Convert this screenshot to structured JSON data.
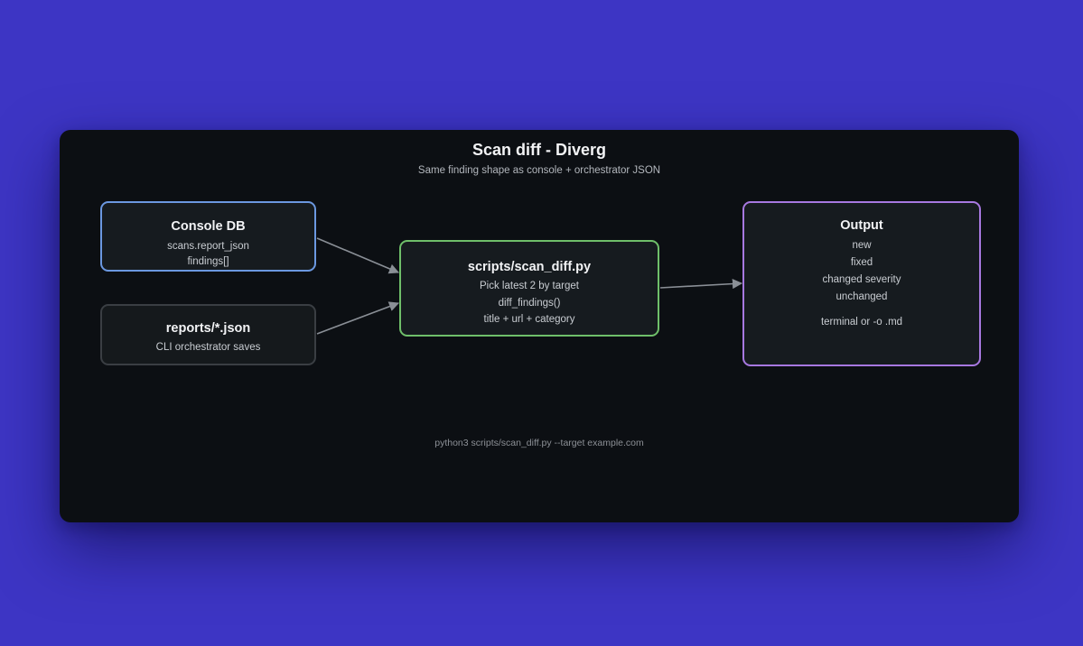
{
  "diagram": {
    "title": "Scan diff - Diverg",
    "subtitle": "Same finding shape as console + orchestrator JSON",
    "nodes": {
      "console_db": {
        "title": "Console DB",
        "lines": [
          "scans.report_json",
          "findings[]"
        ]
      },
      "reports_json": {
        "title": "reports/*.json",
        "lines": [
          "CLI orchestrator saves"
        ]
      },
      "scan_diff_script": {
        "title": "scripts/scan_diff.py",
        "lines": [
          "Pick latest 2 by target",
          "diff_findings()",
          "title + url + category"
        ]
      },
      "output": {
        "title": "Output",
        "lines": [
          "new",
          "fixed",
          "changed severity",
          "unchanged"
        ],
        "note": "terminal or -o .md"
      }
    },
    "edges": [
      {
        "from": "Console DB",
        "to": "scripts/scan_diff.py"
      },
      {
        "from": "reports/*.json",
        "to": "scripts/scan_diff.py"
      },
      {
        "from": "scripts/scan_diff.py",
        "to": "Output"
      }
    ],
    "footer_command": "python3 scripts/scan_diff.py --target example.com"
  },
  "colors": {
    "background": "#3d35c4",
    "card": "#0c0f13",
    "console_border": "#6b98e0",
    "reports_border": "#3a3e43",
    "script_border": "#6fbf6a",
    "output_border": "#a778e0",
    "arrow": "#8a8f96"
  }
}
